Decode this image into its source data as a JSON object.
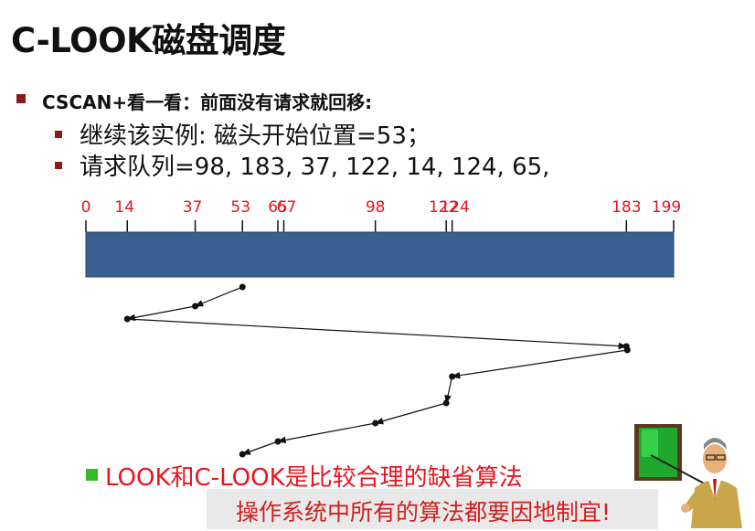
{
  "slide": {
    "title": "C-LOOK磁盘调度",
    "bullet_main": "CSCAN+看一看：前面没有请求就回移:",
    "sub_bullets": [
      "继续该实例: 磁头开始位置=53；",
      "请求队列=98, 183, 37, 122, 14, 124, 65,"
    ],
    "note": "LOOK和C-LOOK是比较合理的缺省算法",
    "banner": "操作系统中所有的算法都要因地制宜!"
  },
  "colors": {
    "bar": "#3a5f91",
    "bullet": "#8b1a1a",
    "tick_labels": "#e8141e",
    "note_text": "#e8141e",
    "note_bullet": "#33bb22",
    "banner_text": "#d02020",
    "banner_bg": "#e9e9e9"
  },
  "diagram": {
    "track_min": 0,
    "track_max": 199,
    "tick_labels": [
      "0",
      "14",
      "37",
      "53",
      "65",
      "67",
      "98",
      "122",
      "124",
      "183",
      "199"
    ],
    "tick_values": [
      0,
      14,
      37,
      53,
      65,
      67,
      98,
      122,
      124,
      183,
      199
    ],
    "head_start": 53,
    "service_order": [
      53,
      37,
      14,
      183,
      183,
      124,
      122,
      98,
      65,
      53
    ]
  },
  "icons": {
    "presenter": "teacher-pointing-board-icon"
  }
}
